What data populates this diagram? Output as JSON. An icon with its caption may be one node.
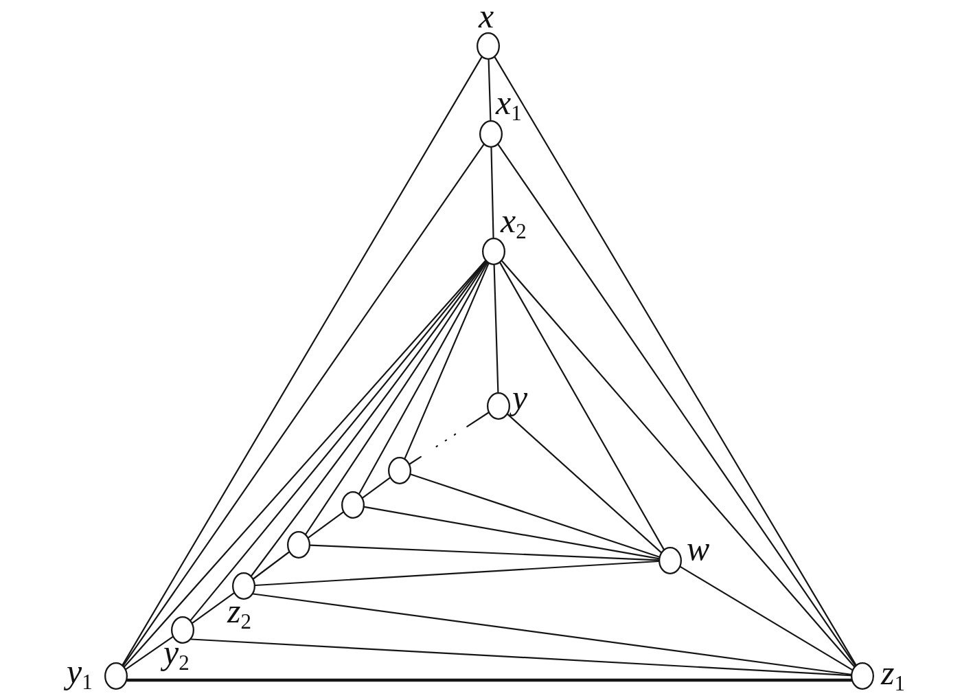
{
  "diagram": {
    "nodes": [
      {
        "text": [],
        "shape": "circle",
        "beside": [
          "x"
        ]
      },
      {
        "text": [],
        "shape": "circle",
        "beside": [
          "x$_{1}$"
        ]
      },
      {
        "text": [],
        "shape": "circle",
        "beside": [
          "x$_{2}$"
        ]
      },
      {
        "text": [],
        "shape": "circle",
        "beside": [
          "y"
        ]
      },
      {
        "text": [],
        "shape": "circle"
      },
      {
        "text": [],
        "shape": "circle"
      },
      {
        "text": [],
        "shape": "circle"
      },
      {
        "text": [],
        "shape": "circle",
        "beside": [
          "w"
        ]
      },
      {
        "text": [],
        "shape": "circle",
        "beside": [
          "z$_{2}$"
        ]
      },
      {
        "text": [],
        "shape": "circle",
        "beside": [
          "y$_{2}$"
        ]
      },
      {
        "text": [],
        "shape": "circle",
        "beside": [
          "y$_{1}$"
        ]
      },
      {
        "text": [],
        "shape": "circle",
        "beside": [
          "z$_{1}$"
        ]
      }
    ],
    "edges": [
      {
        "from": 0,
        "to": 1,
        "arrow": "none"
      },
      {
        "from": 1,
        "to": 2,
        "arrow": "none"
      },
      {
        "from": 2,
        "to": 3,
        "arrow": "none"
      },
      {
        "from": 0,
        "to": 10,
        "arrow": "none"
      },
      {
        "from": 0,
        "to": 11,
        "arrow": "none"
      },
      {
        "from": 1,
        "to": 10,
        "arrow": "none"
      },
      {
        "from": 1,
        "to": 11,
        "arrow": "none"
      },
      {
        "from": 2,
        "to": 10,
        "arrow": "none"
      },
      {
        "from": 2,
        "to": 9,
        "arrow": "none"
      },
      {
        "from": 2,
        "to": 8,
        "arrow": "none"
      },
      {
        "from": 2,
        "to": 6,
        "arrow": "none"
      },
      {
        "from": 2,
        "to": 5,
        "arrow": "none"
      },
      {
        "from": 2,
        "to": 4,
        "arrow": "none"
      },
      {
        "from": 2,
        "to": 7,
        "arrow": "none"
      },
      {
        "from": 2,
        "to": 11,
        "arrow": "none"
      },
      {
        "from": 3,
        "to": 7,
        "arrow": "none"
      },
      {
        "from": 3,
        "to": 4,
        "arrow": "none",
        "style": "dashed"
      },
      {
        "from": 4,
        "to": 5,
        "arrow": "none"
      },
      {
        "from": 5,
        "to": 6,
        "arrow": "none"
      },
      {
        "from": 6,
        "to": 8,
        "arrow": "none"
      },
      {
        "from": 8,
        "to": 9,
        "arrow": "none"
      },
      {
        "from": 9,
        "to": 10,
        "arrow": "none"
      },
      {
        "from": 4,
        "to": 7,
        "arrow": "none"
      },
      {
        "from": 5,
        "to": 7,
        "arrow": "none"
      },
      {
        "from": 6,
        "to": 7,
        "arrow": "none"
      },
      {
        "from": 8,
        "to": 7,
        "arrow": "none"
      },
      {
        "from": 7,
        "to": 11,
        "arrow": "none"
      },
      {
        "from": 8,
        "to": 11,
        "arrow": "none"
      },
      {
        "from": 9,
        "to": 11,
        "arrow": "none"
      },
      {
        "from": 10,
        "to": 11,
        "arrow": "none",
        "style": "thick"
      }
    ]
  }
}
